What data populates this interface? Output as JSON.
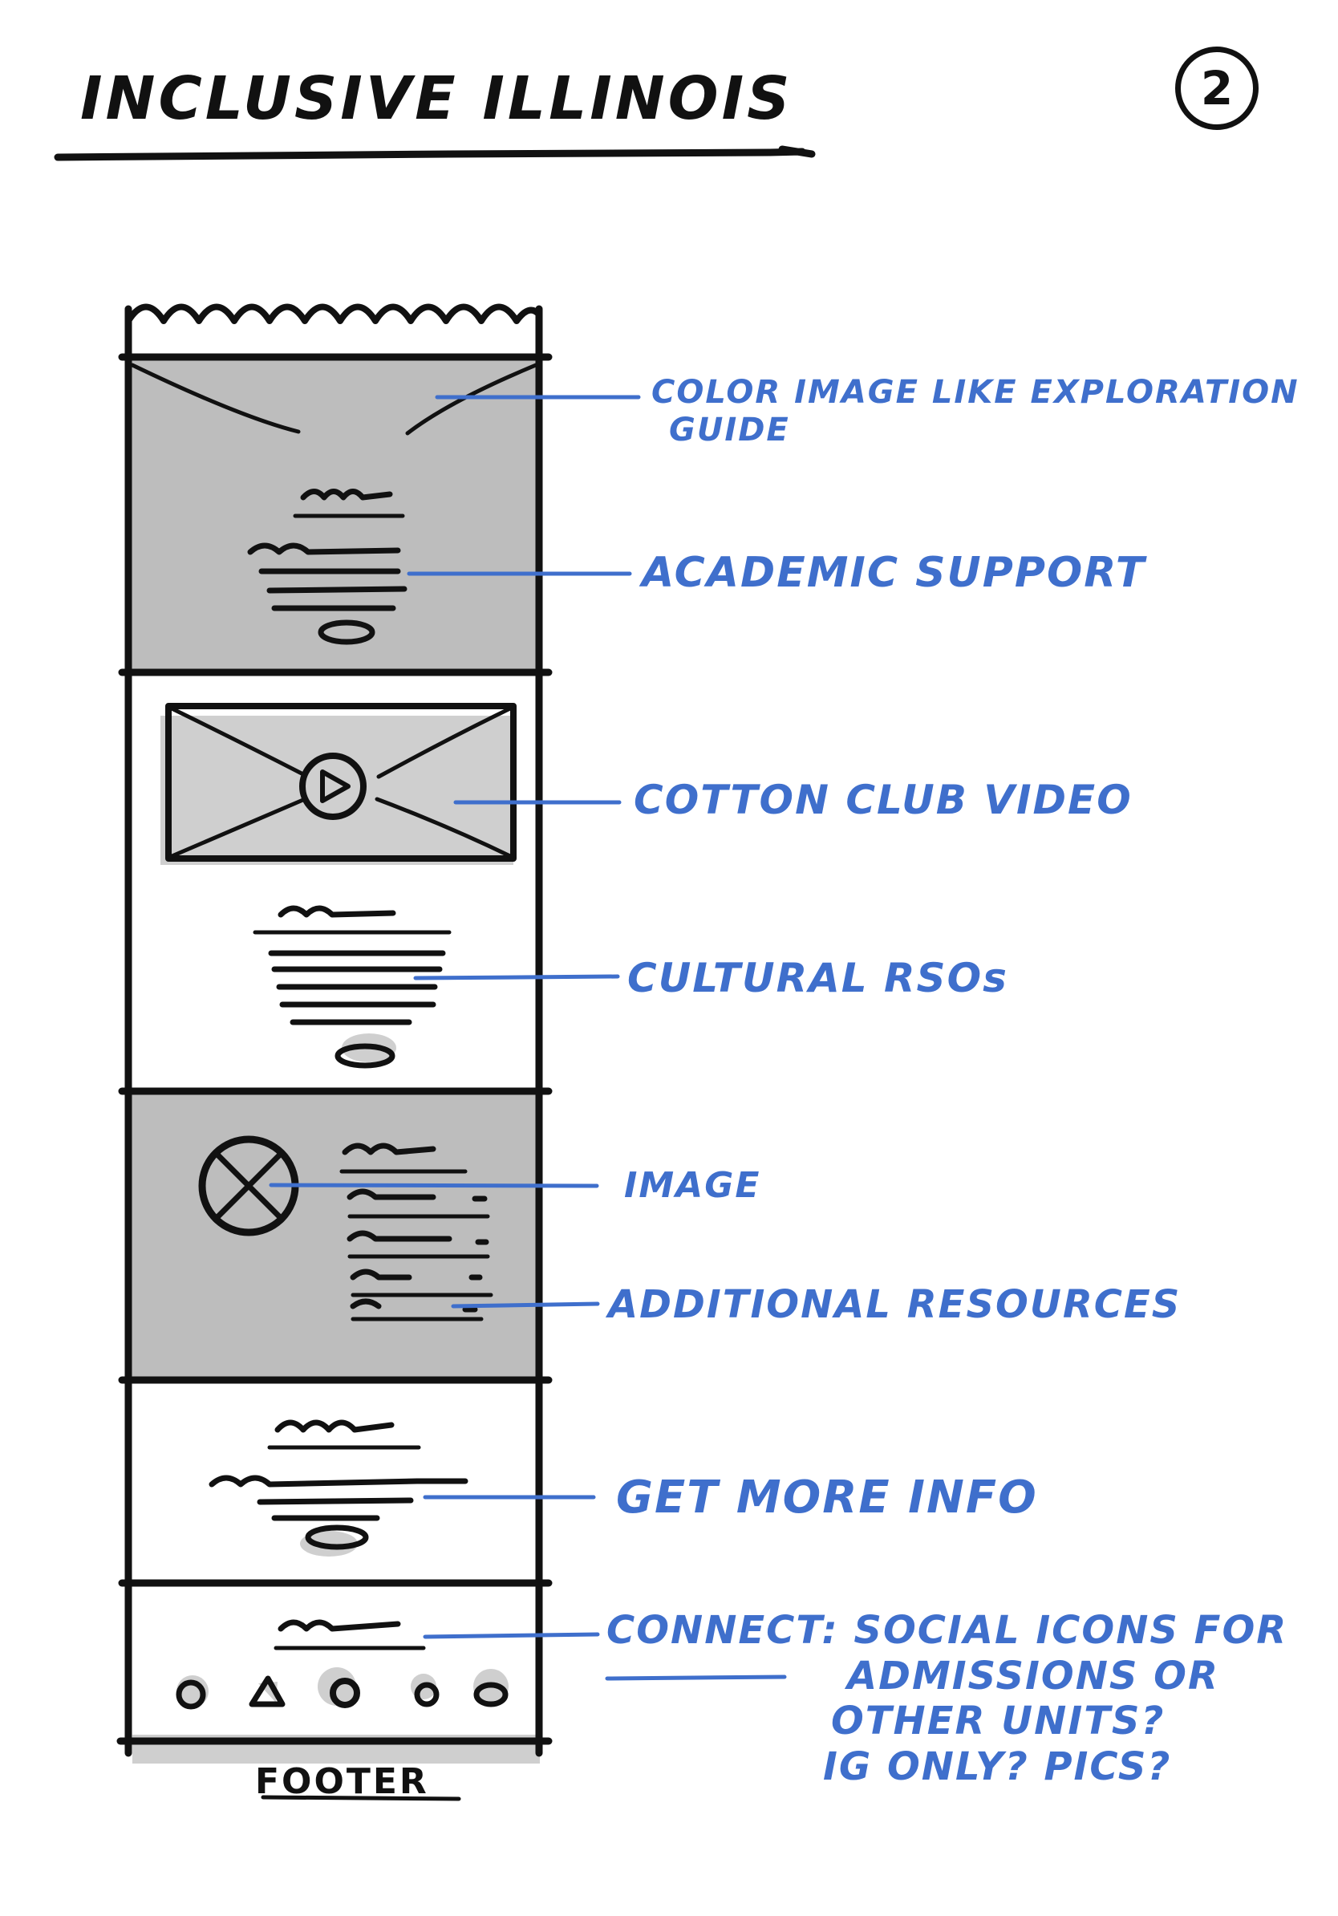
{
  "title": "INCLUSIVE ILLINOIS",
  "page_number": "2",
  "footer_label": "FOOTER",
  "colors": {
    "ink": "#111111",
    "annotation": "#3f6fcc",
    "shade": "#bdbdbd"
  },
  "wireframe_sections": [
    {
      "id": "hero",
      "shaded": true,
      "contains": [
        "image-placeholder",
        "text-lines",
        "button"
      ]
    },
    {
      "id": "video",
      "shaded": false,
      "contains": [
        "video-placeholder",
        "play-icon",
        "text-lines",
        "button"
      ]
    },
    {
      "id": "resources",
      "shaded": true,
      "contains": [
        "round-image",
        "list-lines"
      ]
    },
    {
      "id": "info",
      "shaded": false,
      "contains": [
        "text-lines",
        "button"
      ]
    },
    {
      "id": "connect",
      "shaded": false,
      "contains": [
        "text-lines",
        "social-icons"
      ]
    }
  ],
  "annotations": [
    {
      "id": "color-image",
      "lines": [
        "COLOR IMAGE LIKE EXPLORATION",
        "GUIDE"
      ]
    },
    {
      "id": "academic-support",
      "lines": [
        "ACADEMIC SUPPORT"
      ]
    },
    {
      "id": "cotton-club",
      "lines": [
        "COTTON CLUB VIDEO"
      ]
    },
    {
      "id": "cultural-rsos",
      "lines": [
        "CULTURAL RSOs"
      ]
    },
    {
      "id": "image",
      "lines": [
        "IMAGE"
      ]
    },
    {
      "id": "additional-resources",
      "lines": [
        "ADDITIONAL RESOURCES"
      ]
    },
    {
      "id": "get-more-info",
      "lines": [
        "GET MORE INFO"
      ]
    },
    {
      "id": "connect",
      "lines": [
        "CONNECT: SOCIAL ICONS FOR",
        "ADMISSIONS OR",
        "OTHER UNITS?",
        "IG ONLY? PICS?"
      ]
    }
  ]
}
